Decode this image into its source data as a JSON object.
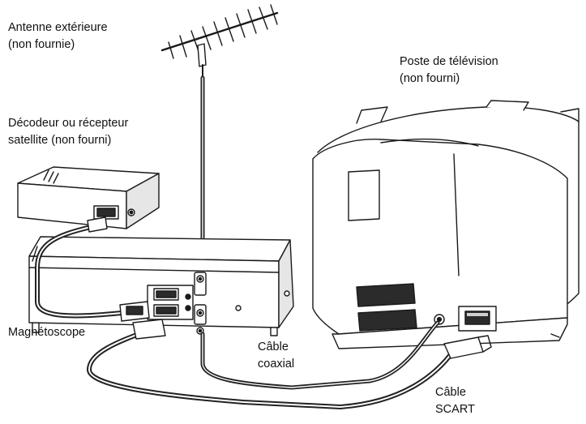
{
  "labels": {
    "antenna": {
      "line1": "Antenne extérieure",
      "line2": "(non fournie)"
    },
    "decoder": {
      "line1": "Décodeur ou récepteur",
      "line2": "satellite (non fourni)"
    },
    "tv": {
      "line1": "Poste de télévision",
      "line2": "(non fourni)"
    },
    "vcr": {
      "line1": "Magnétoscope"
    },
    "coax": {
      "line1": "Câble",
      "line2": "coaxial"
    },
    "scart": {
      "line1": "Câble",
      "line2": "SCART"
    }
  },
  "colors": {
    "ink": "#1a1a1a",
    "cable": "#222222",
    "fill": "#ffffff",
    "shade": "#cfcfcf",
    "dark": "#2b2b2b"
  }
}
